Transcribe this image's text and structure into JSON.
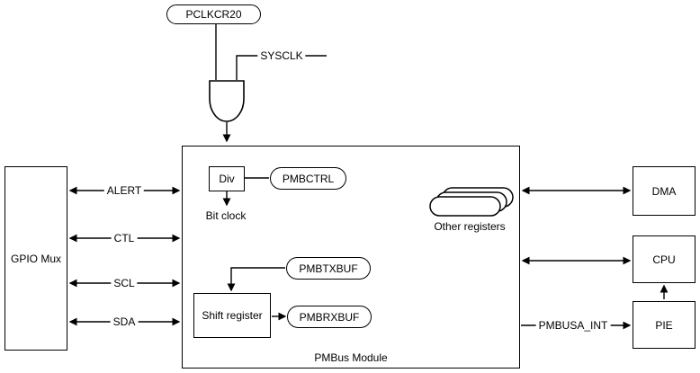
{
  "clock": {
    "pclkcr20": "PCLKCR20",
    "sysclk": "SYSCLK"
  },
  "gpio": {
    "label": "GPIO Mux",
    "signals": [
      "ALERT",
      "CTL",
      "SCL",
      "SDA"
    ]
  },
  "module": {
    "label": "PMBus Module",
    "div_label": "Div",
    "pmbctrl": "PMBCTRL",
    "bit_clock": "Bit clock",
    "pmbtxbuf": "PMBTXBUF",
    "shift_register": "Shift register",
    "pmbrxbuf": "PMBRXBUF",
    "other_registers": "Other registers"
  },
  "right": {
    "dma": "DMA",
    "cpu": "CPU",
    "pie": "PIE",
    "interrupt": "PMBUSA_INT"
  },
  "colors": {
    "stroke": "#000000",
    "background": "#ffffff"
  }
}
